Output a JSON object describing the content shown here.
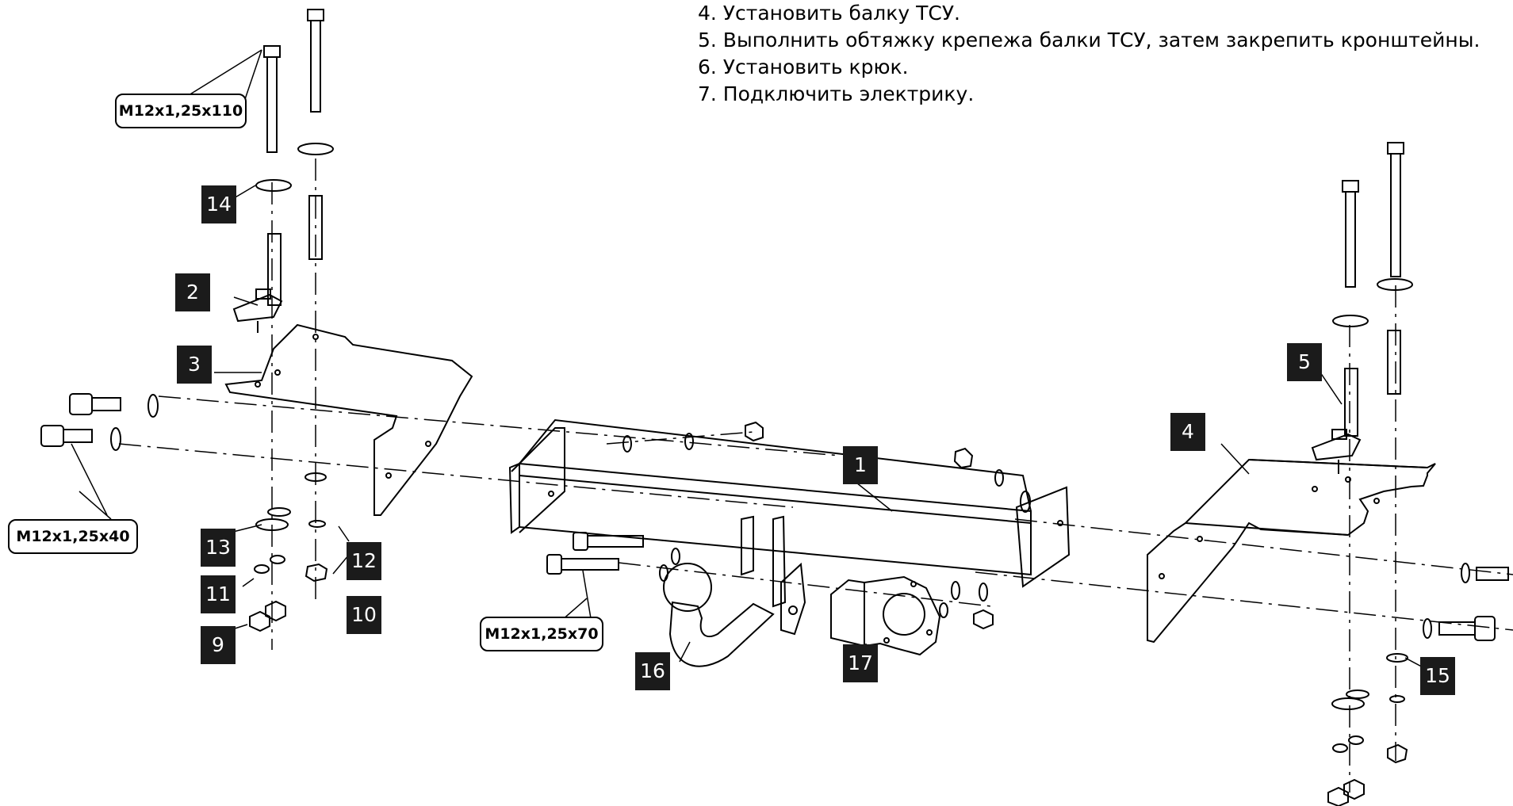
{
  "instructions": [
    "4. Установить балку ТСУ.",
    "5. Выполнить обтяжку крепежа балки ТСУ, затем закрепить кронштейны.",
    "6. Установить крюк.",
    "7. Подключить электрику."
  ],
  "callouts": {
    "c1": "1",
    "c2": "2",
    "c3": "3",
    "c4": "4",
    "c5": "5",
    "c9": "9",
    "c10": "10",
    "c11": "11",
    "c12": "12",
    "c13": "13",
    "c14": "14",
    "c15": "15",
    "c16": "16",
    "c17": "17"
  },
  "bolt_labels": {
    "top": "M12x1,25x110",
    "left": "M12x1,25x40",
    "center": "M12x1,25x70"
  },
  "colors": {
    "badge_bg": "#1b1b1b",
    "badge_text": "#ffffff",
    "line": "#000000"
  }
}
